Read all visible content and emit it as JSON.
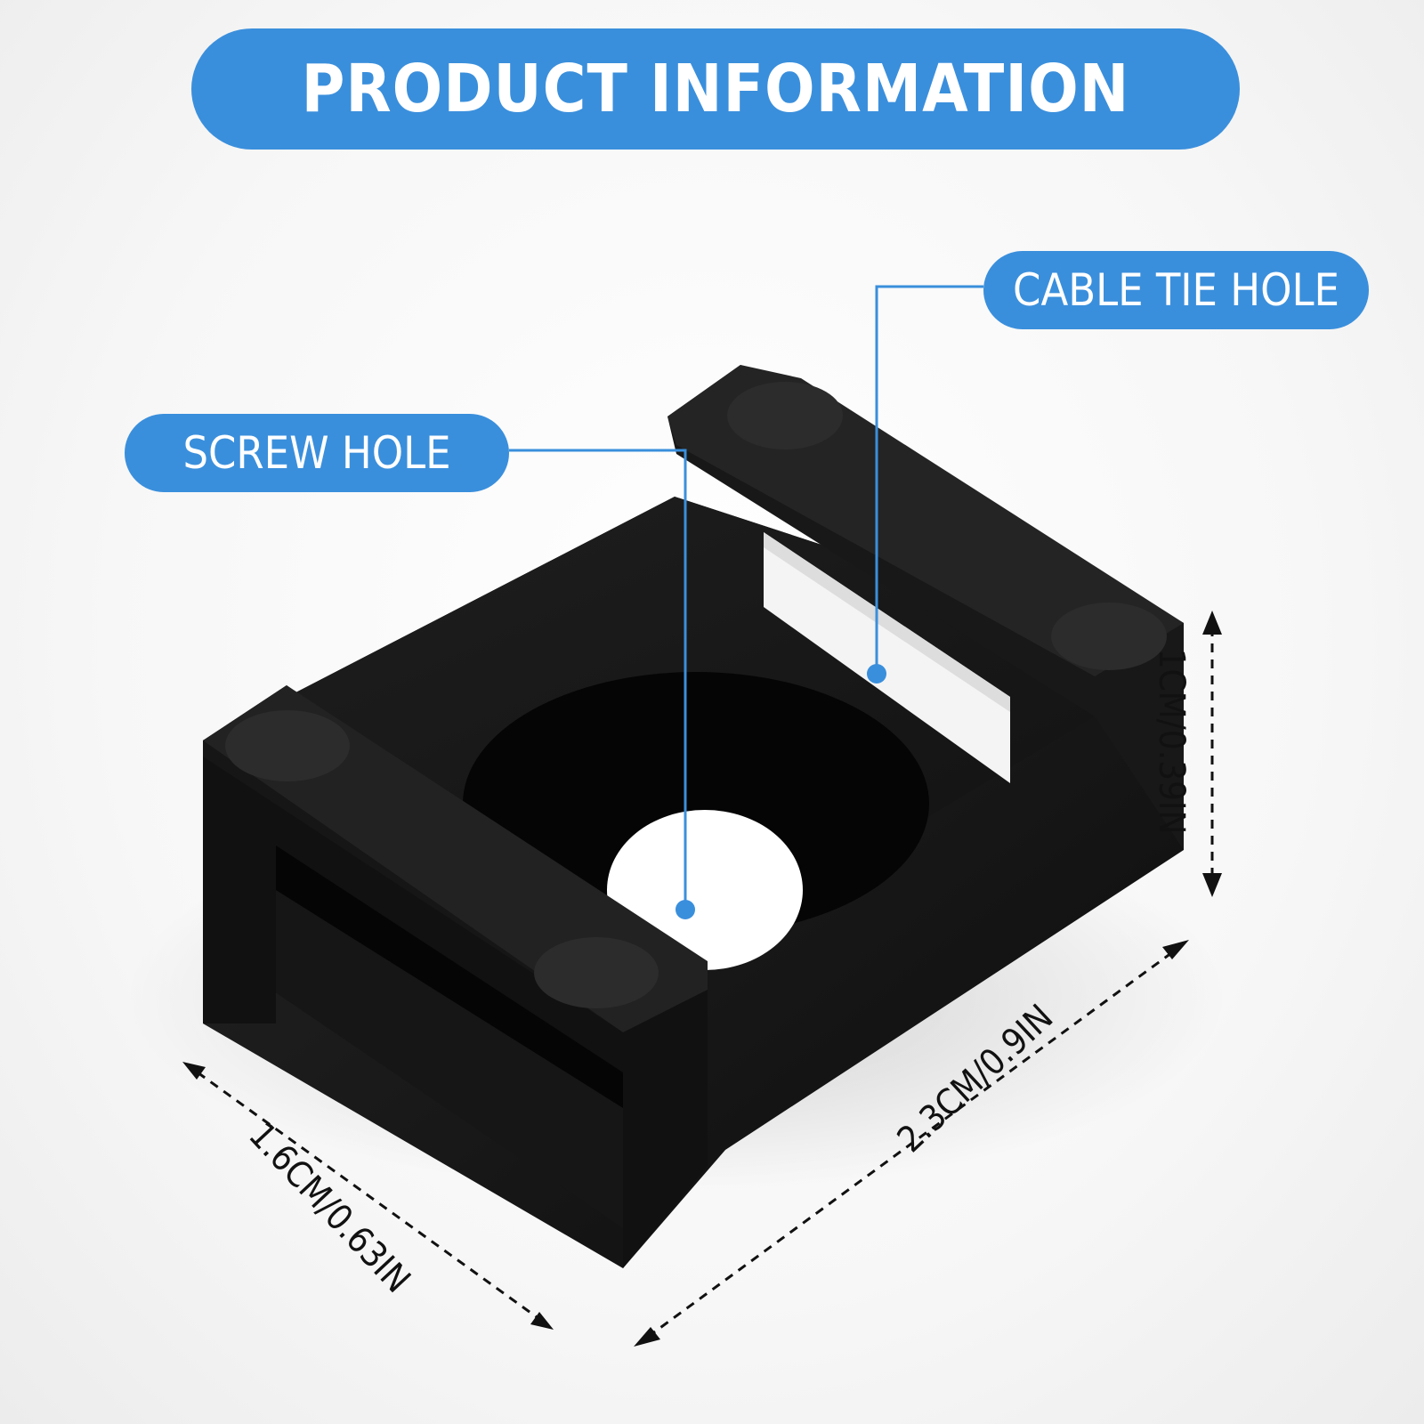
{
  "header": {
    "title": "PRODUCT INFORMATION"
  },
  "callouts": {
    "cable_tie_hole": "CABLE TIE HOLE",
    "screw_hole": "SCREW HOLE"
  },
  "dimensions": {
    "height": "1CM/0.39IN",
    "width": "2.3CM/0.9IN",
    "depth": "1.6CM/0.63IN"
  },
  "colors": {
    "accent": "#3a8fdc",
    "product": "#141414",
    "dimension_lines": "#111111"
  }
}
